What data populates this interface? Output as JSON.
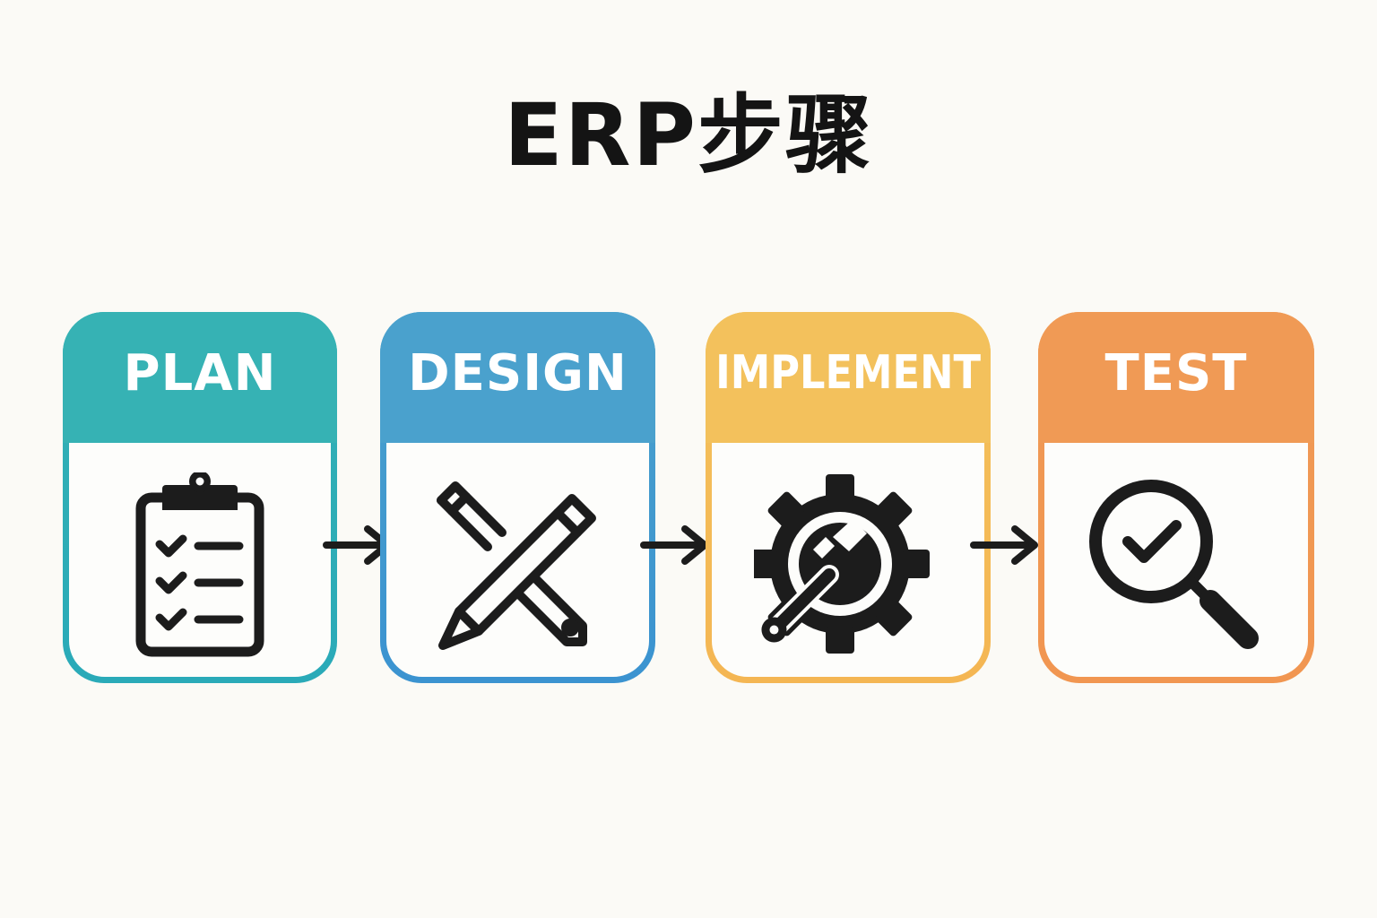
{
  "title": "ERP步骤",
  "steps": [
    {
      "label": "PLAN",
      "icon": "clipboard-checklist-icon",
      "color": "#36b2b4"
    },
    {
      "label": "DESIGN",
      "icon": "pencil-ruler-icon",
      "color": "#4aa1cd"
    },
    {
      "label": "IMPLEMENT",
      "icon": "gear-wrench-icon",
      "color": "#f3c15c"
    },
    {
      "label": "TEST",
      "icon": "magnifier-check-icon",
      "color": "#f09a55"
    }
  ],
  "connectors": [
    "arrow-right",
    "arrow-right",
    "arrow-right"
  ]
}
